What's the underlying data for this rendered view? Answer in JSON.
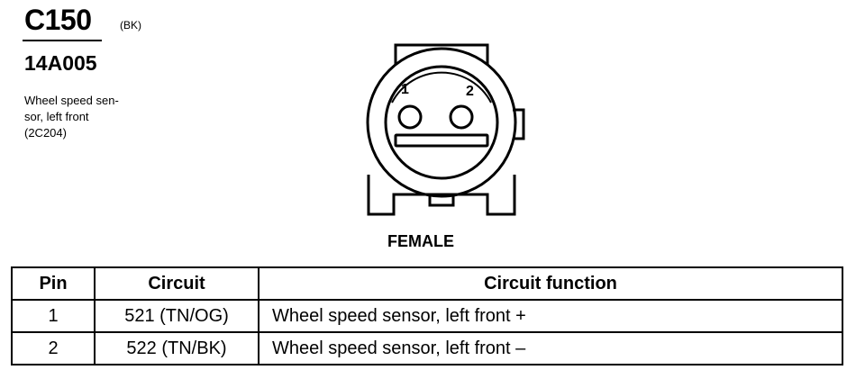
{
  "connector": {
    "id": "C150",
    "color_code": "(BK)",
    "part_number": "14A005",
    "description_lines": [
      "Wheel speed sen-",
      "sor, left front",
      "(2C204)"
    ]
  },
  "diagram": {
    "pin_labels": [
      "1",
      "2"
    ],
    "view_label": "FEMALE"
  },
  "table": {
    "headers": [
      "Pin",
      "Circuit",
      "Circuit function"
    ],
    "rows": [
      {
        "pin": "1",
        "circuit": "521 (TN/OG)",
        "function": "Wheel speed sensor, left front +"
      },
      {
        "pin": "2",
        "circuit": "522 (TN/BK)",
        "function": "Wheel speed sensor, left front –"
      }
    ]
  }
}
